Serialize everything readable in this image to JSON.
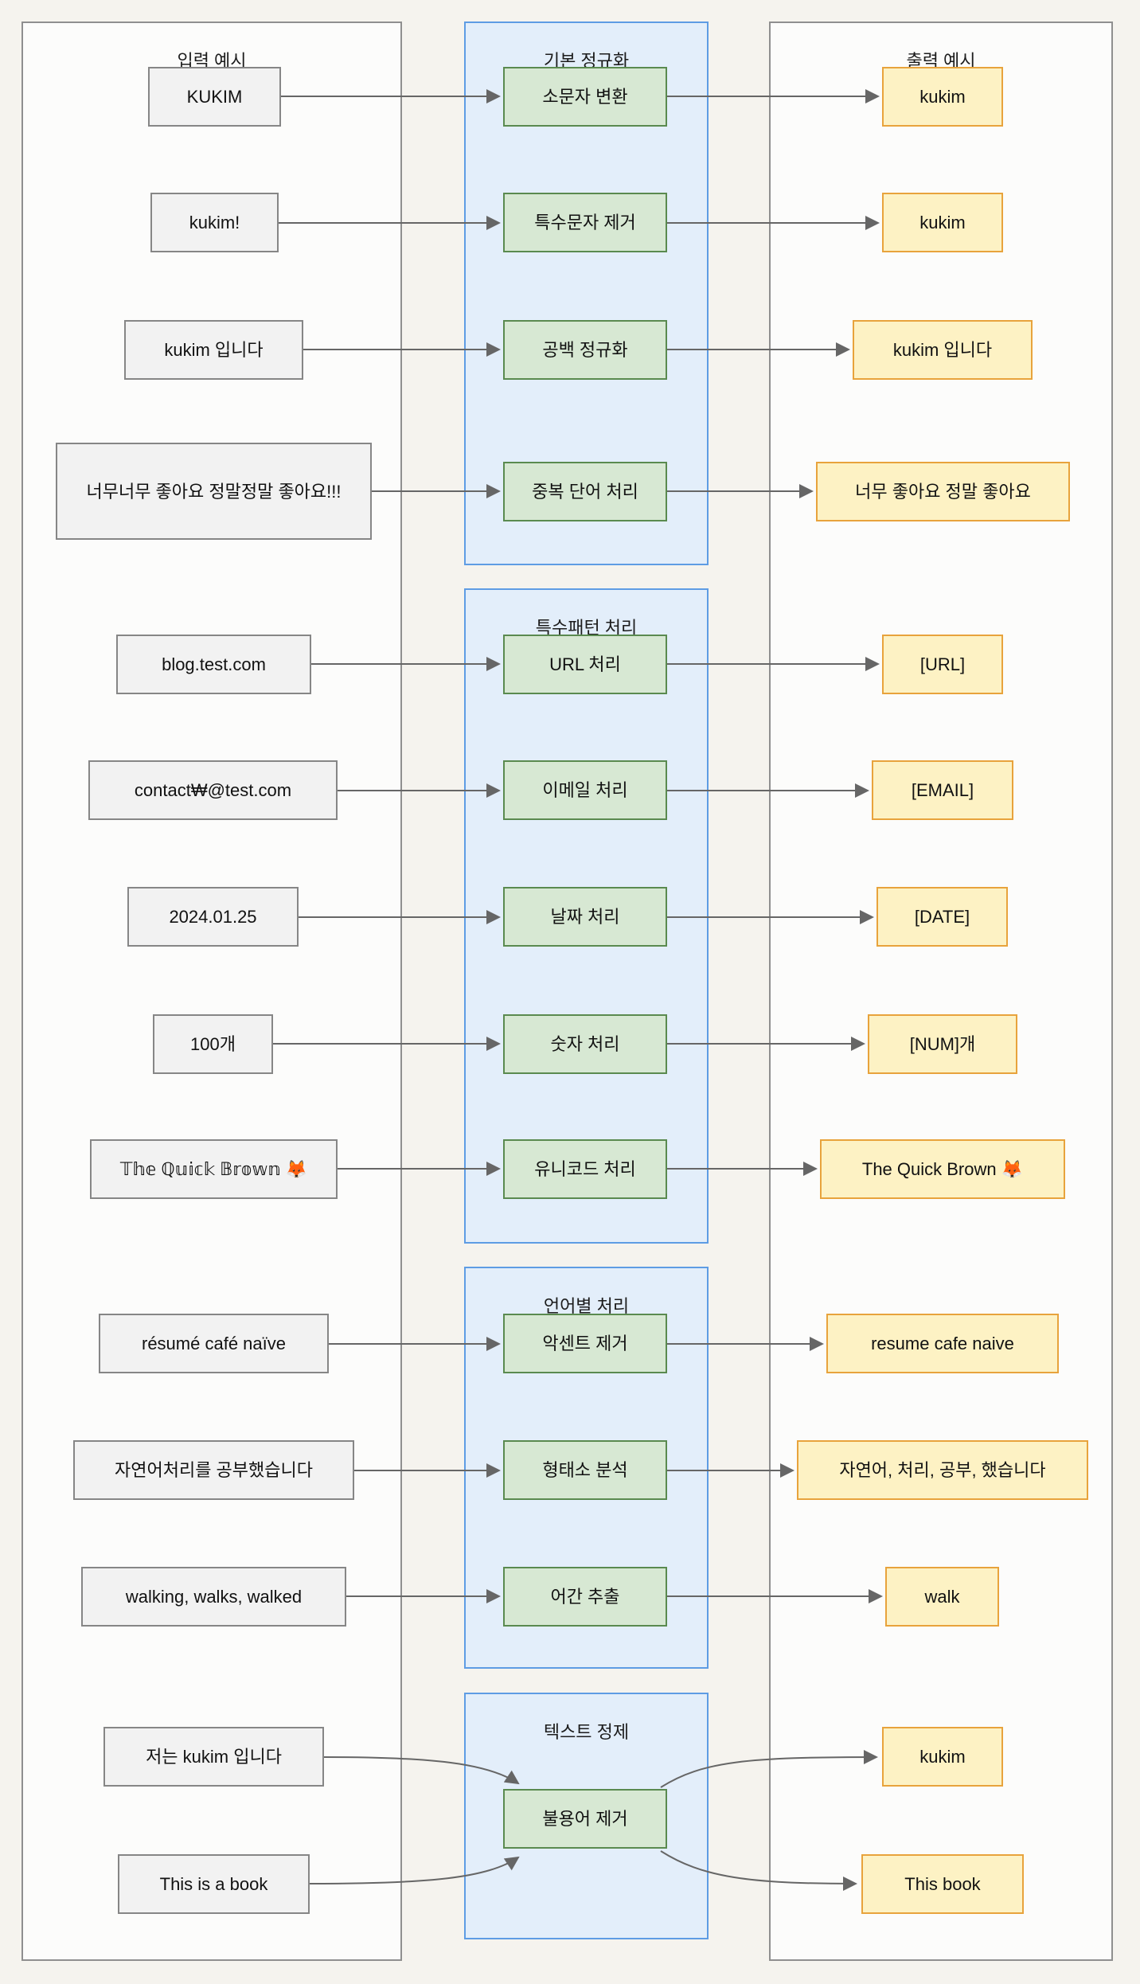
{
  "columns": {
    "input": {
      "title": "입력 예시"
    },
    "output": {
      "title": "출력 예시"
    }
  },
  "groups": [
    {
      "title": "기본 정규화"
    },
    {
      "title": "특수패턴 처리"
    },
    {
      "title": "언어별 처리"
    },
    {
      "title": "텍스트 정제"
    }
  ],
  "rows": [
    {
      "input": "KUKIM",
      "process": "소문자 변환",
      "output": "kukim"
    },
    {
      "input": "kukim!",
      "process": "특수문자 제거",
      "output": "kukim"
    },
    {
      "input": "kukim 입니다",
      "process": "공백 정규화",
      "output": "kukim 입니다"
    },
    {
      "input": "너무너무 좋아요 정말정말 좋아요!!!",
      "process": "중복 단어 처리",
      "output": "너무 좋아요 정말 좋아요"
    },
    {
      "input": "blog.test.com",
      "process": "URL 처리",
      "output": "[URL]"
    },
    {
      "input": "contact₩@test.com",
      "process": "이메일 처리",
      "output": "[EMAIL]"
    },
    {
      "input": "2024.01.25",
      "process": "날짜 처리",
      "output": "[DATE]"
    },
    {
      "input": "100개",
      "process": "숫자 처리",
      "output": "[NUM]개"
    },
    {
      "input": "𝕋𝕙𝕖 ℚ𝕦𝕚𝕔𝕜 𝔹𝕣𝕠𝕨𝕟 🦊",
      "process": "유니코드 처리",
      "output": "The Quick Brown 🦊"
    },
    {
      "input": "résumé café naïve",
      "process": "악센트 제거",
      "output": "resume cafe naive"
    },
    {
      "input": "자연어처리를 공부했습니다",
      "process": "형태소 분석",
      "output": "자연어, 처리, 공부, 했습니다"
    },
    {
      "input": "walking, walks, walked",
      "process": "어간 추출",
      "output": "walk"
    }
  ],
  "merge": {
    "inputs": [
      "저는 kukim 입니다",
      "This is a book"
    ],
    "process": "불용어 제거",
    "outputs": [
      "kukim",
      "This book"
    ]
  },
  "colors": {
    "page_background": "#f5f3ee",
    "column_fill": "#fcfcfb",
    "column_border": "#8f8f8f",
    "group_fill": "#e3eefa",
    "group_border": "#5e9ce4",
    "input_fill": "#f2f2f2",
    "input_border": "#868686",
    "process_fill": "#d7e8d3",
    "process_border": "#5a8a4f",
    "output_fill": "#fdf2c4",
    "output_border": "#e8a33c",
    "arrow": "#666666"
  }
}
